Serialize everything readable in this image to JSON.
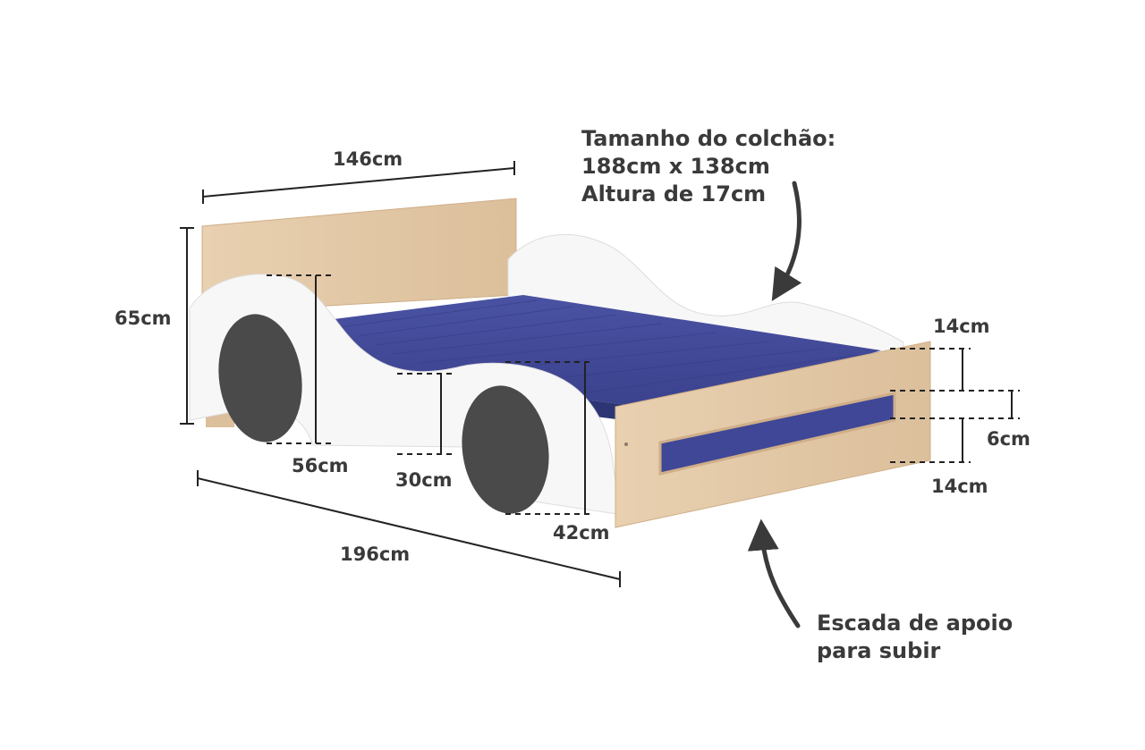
{
  "product": "car-shaped children's bed",
  "dimensions": {
    "top_width": "146cm",
    "height": "65cm",
    "length": "196cm",
    "headboard_side_height": "56cm",
    "side_low_height": "30cm",
    "front_side_height": "42cm",
    "ladder_top_gap": "14cm",
    "ladder_opening": "6cm",
    "ladder_bottom_gap": "14cm"
  },
  "notes": {
    "mattress": {
      "line1": "Tamanho do colchão:",
      "line2": "188cm x 138cm",
      "line3": "Altura de 17cm"
    },
    "ladder": {
      "line1": "Escada de apoio",
      "line2": "para subir"
    }
  },
  "colors": {
    "wood": "#e3c9a8",
    "wood_dark": "#cfae88",
    "white_panel": "#f7f7f7",
    "mattress": "#3f4796",
    "mattress_dark": "#2e3575",
    "wheel": "#4a4a4a",
    "line": "#222222",
    "text": "#3a3a3a"
  }
}
